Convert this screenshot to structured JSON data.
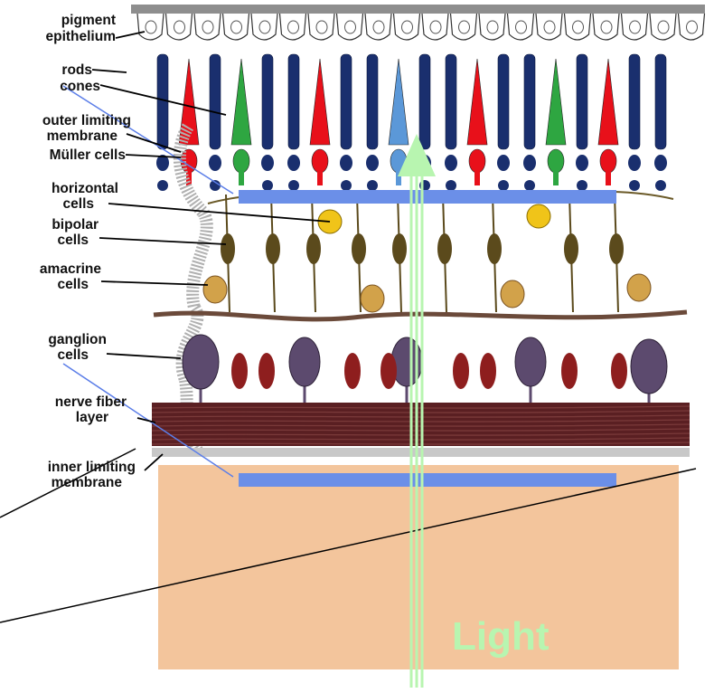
{
  "labels": {
    "pigment": [
      "pigment",
      "epithelium"
    ],
    "rods": "rods",
    "cones": "cones",
    "outer_limiting": [
      "outer limiting",
      "membrane"
    ],
    "muller": "Müller cells",
    "horizontal": [
      "horizontal",
      "cells"
    ],
    "bipolar": [
      "bipolar",
      "cells"
    ],
    "amacrine": [
      "amacrine",
      "cells"
    ],
    "ganglion": [
      "ganglion",
      "cells"
    ],
    "nerve_fiber": [
      "nerve fiber",
      "layer"
    ],
    "inner_limiting": [
      "inner limiting",
      "membrane"
    ]
  },
  "light_label": "Light",
  "colors": {
    "rod": "#1a2f6e",
    "cone_red": "#e8101a",
    "cone_green": "#2ea641",
    "cone_blue": "#5b98d8",
    "highlight_bar": "#6b8fe8",
    "light_arrow": "#b8f5b0",
    "tissue_box": "#f3c59c",
    "nerve_fiber": "#5a1f22",
    "horizontal_cell": "#f0c419",
    "bipolar_cell": "#5b4a1c",
    "amacrine_cell": "#d2a24a",
    "ganglion_cell": "#5c4a6e"
  }
}
